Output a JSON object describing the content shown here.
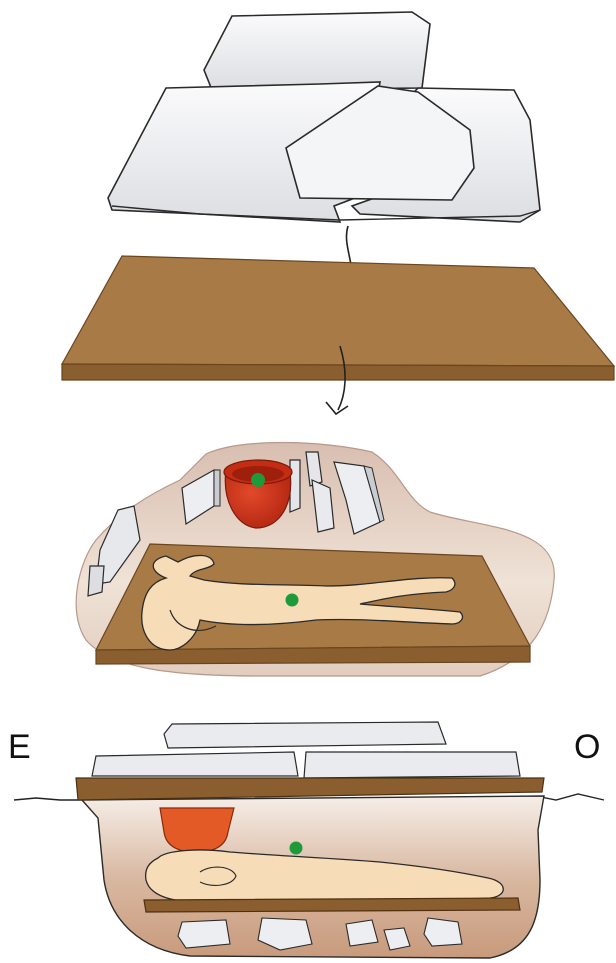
{
  "orientation": {
    "east_label": "E",
    "west_label": "O"
  },
  "colors": {
    "stone_fill": "#f0f1f3",
    "stone_stroke": "#2a2a2a",
    "wood_top": "#a87a46",
    "wood_side": "#8a5e2e",
    "pit_bg": "#e7d2c4",
    "skin": "#f7dcb8",
    "pot_red": "#d0341c",
    "pot_orange": "#e35a26",
    "bead_green": "#1f9a3b"
  },
  "icons": {
    "arrow": "curved-down-arrow",
    "body": "skeleton-figure",
    "vessel": "ceramic-pot",
    "ornament": "green-bead"
  }
}
